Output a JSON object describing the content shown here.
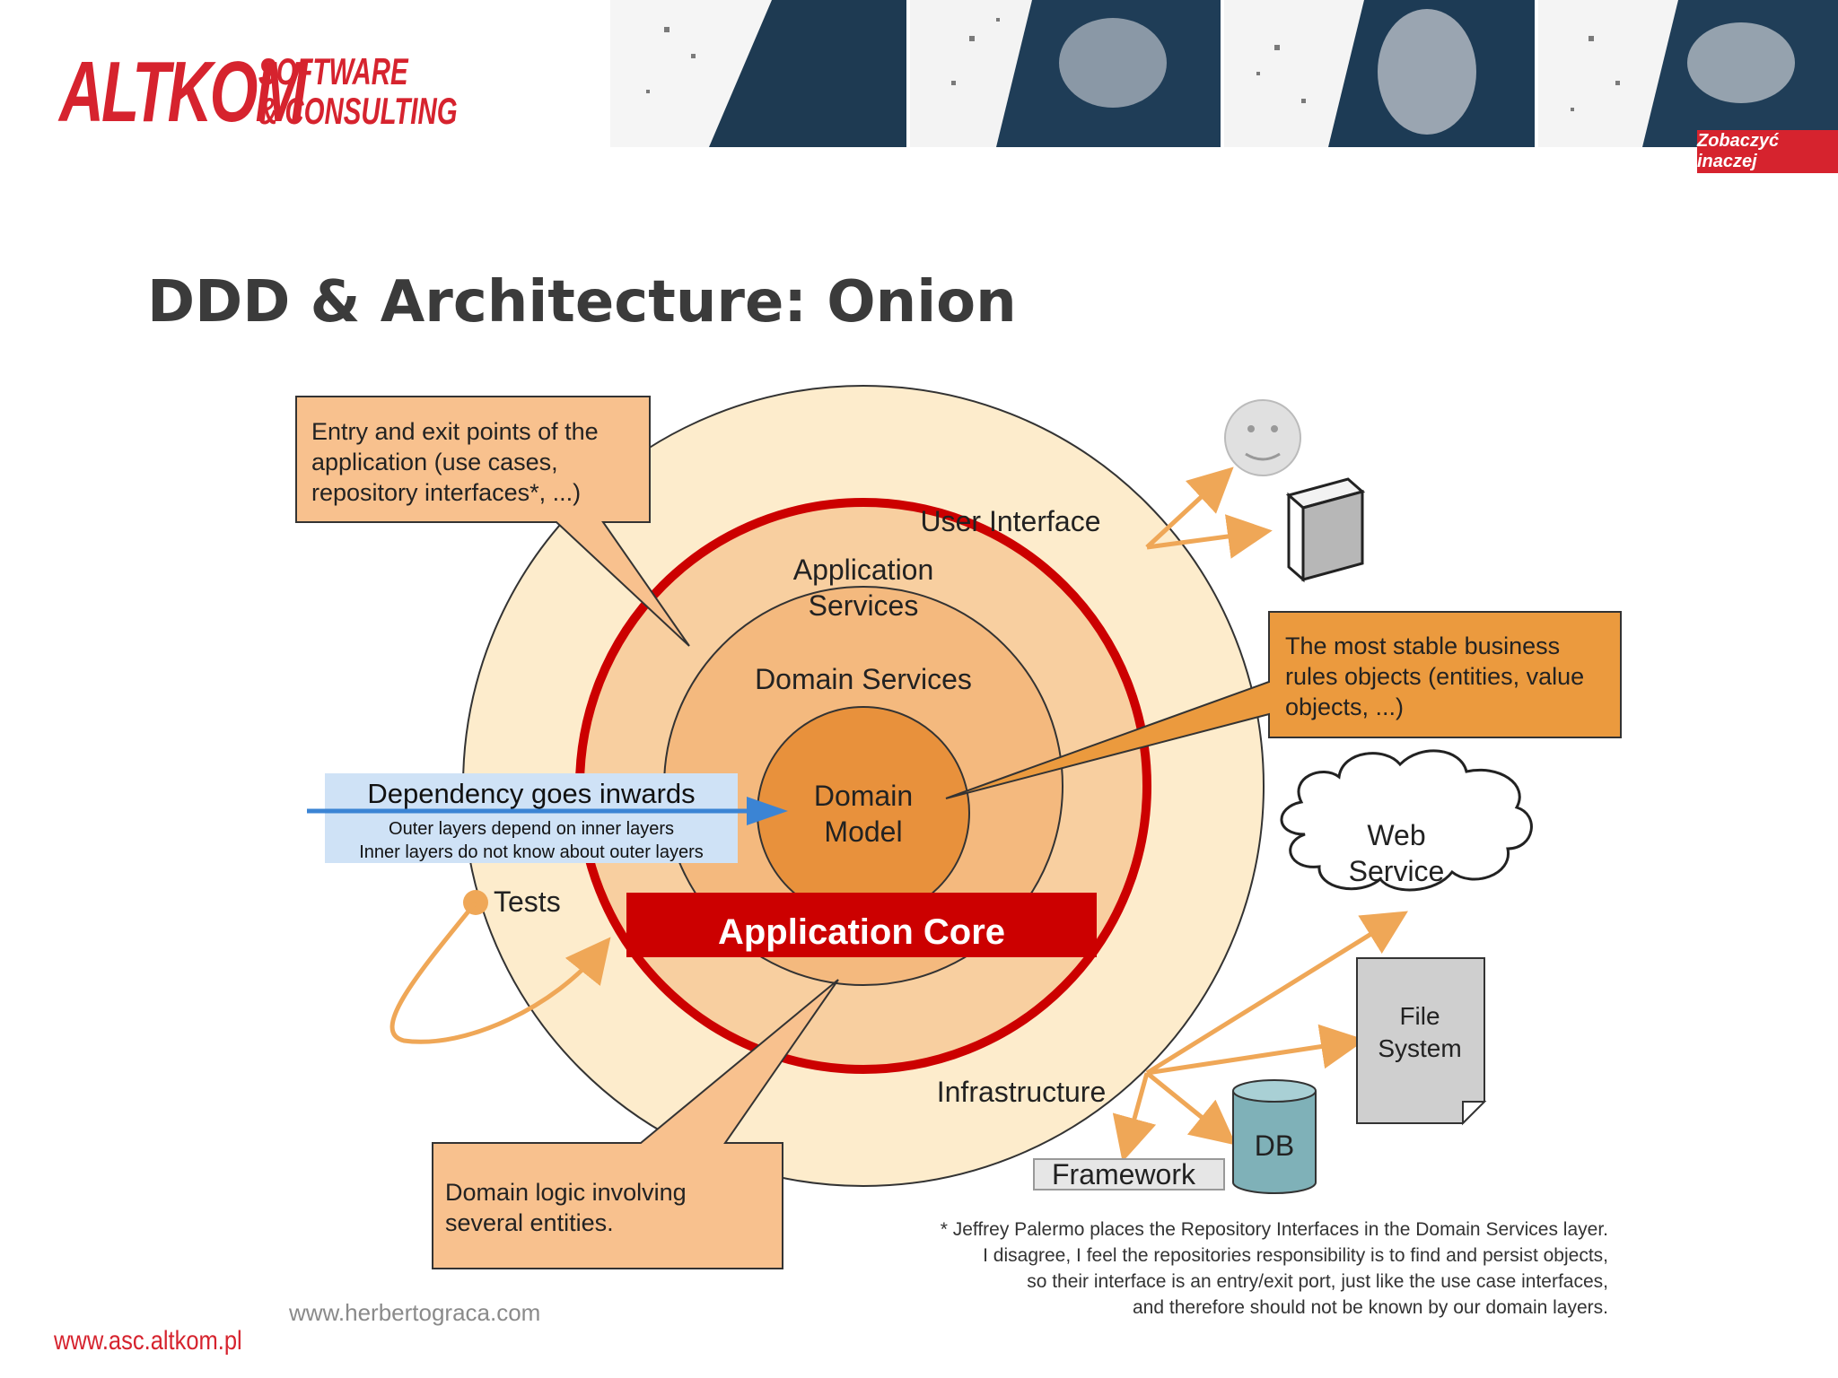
{
  "logo": {
    "brand": "ALTKOM",
    "sub": "SOFTWARE\n& CONSULTING"
  },
  "banner": {
    "slogan": "Zobaczyć inaczej"
  },
  "title": "DDD & Architecture: Onion",
  "diagram": {
    "callout_entry": "Entry and exit points of the application (use cases, repository interfaces*, ...)",
    "callout_entry_lines": [
      "Entry and exit points of the",
      "application (use cases,",
      "repository interfaces*, ...)"
    ],
    "callout_stable_lines": [
      "The most stable business",
      "rules objects (entities, value",
      "objects, ...)"
    ],
    "callout_domain_logic_lines": [
      "Domain logic involving",
      "several entities."
    ],
    "layers": {
      "user_interface": "User Interface",
      "application_services_1": "Application",
      "application_services_2": "Services",
      "domain_services": "Domain Services",
      "domain_model_1": "Domain",
      "domain_model_2": "Model",
      "infrastructure": "Infrastructure",
      "application_core": "Application Core"
    },
    "dependency": {
      "title": "Dependency goes inwards",
      "line1": "Outer layers depend on inner layers",
      "line2": "Inner layers do not know about outer layers"
    },
    "tests": "Tests",
    "web_service_1": "Web",
    "web_service_2": "Service",
    "file_system_1": "File",
    "file_system_2": "System",
    "db": "DB",
    "framework": "Framework"
  },
  "footnote_lines": [
    "* Jeffrey Palermo places the Repository Interfaces in the Domain Services layer.",
    "I disagree, I feel the repositories responsibility is to find and persist objects,",
    "so their interface is an entry/exit port, just like the use case interfaces,",
    "and therefore should not be known by our domain layers."
  ],
  "credit": "www.herbertograca.com",
  "footer_url": "www.asc.altkom.pl",
  "colors": {
    "brand_red": "#d6232e",
    "core_red": "#cc0000",
    "outer_ring": "#fdeccc",
    "app_services_ring": "#f8cfa0",
    "domain_services_ring": "#f4b97e",
    "domain_model": "#e8913c",
    "callout_orange": "#f8c18e",
    "callout_dark_orange": "#eb9a3e",
    "dependency_blue": "#cfe2f6",
    "arrow_blue": "#3b84d4",
    "arrow_orange": "#efa757"
  }
}
